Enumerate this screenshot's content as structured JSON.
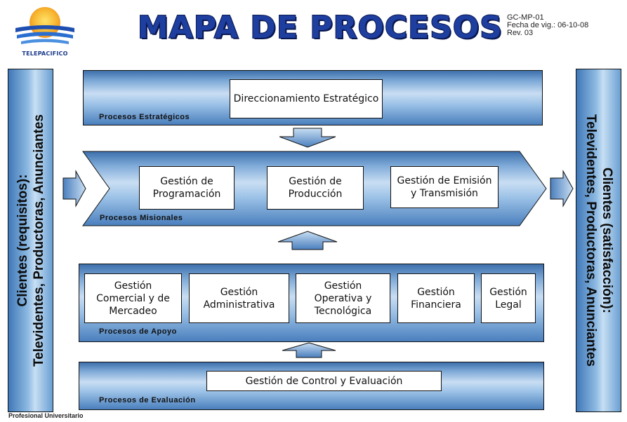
{
  "header": {
    "logo_text": "TELEPACIFICO",
    "title": "MAPA DE PROCESOS",
    "doc_code": "GC-MP-01",
    "doc_date": "Fecha de vig.: 06-10-08",
    "doc_rev": "Rev. 03"
  },
  "clients": {
    "input_label": "Clientes (requisitos):",
    "input_sub": "Televidentes, Productoras, Anunciantes",
    "output_label": "Clientes (satisfacción):",
    "output_sub": "Televidentes, Productoras, Anunciantes"
  },
  "strategic": {
    "label": "Procesos Estratégicos",
    "box": "Direccionamiento Estratégico"
  },
  "mission": {
    "label": "Procesos Misionales",
    "boxes": [
      "Gestión de Programación",
      "Gestión de Producción",
      "Gestión de Emisión y Transmisión"
    ]
  },
  "support": {
    "label": "Procesos de Apoyo",
    "boxes": [
      "Gestión Comercial y de Mercadeo",
      "Gestión Administrativa",
      "Gestión Operativa y Tecnológica",
      "Gestión Financiera",
      "Gestión Legal"
    ]
  },
  "evaluation": {
    "label": "Procesos de Evaluación",
    "box": "Gestión de Control y Evaluación"
  },
  "footer": "Profesional Universitario",
  "colors": {
    "title_blue": "#1e3fa0",
    "band_blue": "#7ba7d6",
    "logo_orange": "#f5a623",
    "logo_blue": "#1e4fb0"
  }
}
